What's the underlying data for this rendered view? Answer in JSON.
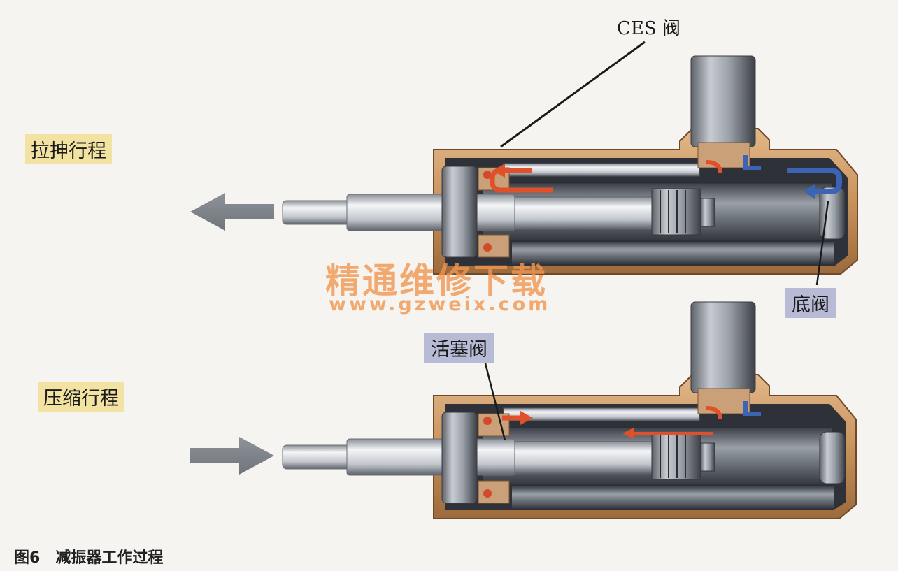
{
  "labels": {
    "ces_valve": "CES 阀",
    "stretch_stroke": "拉抻行程",
    "compress_stroke": "压缩行程",
    "base_valve": "底阀",
    "piston_valve": "活塞阀"
  },
  "caption": {
    "number": "图6",
    "title": "减振器工作过程"
  },
  "watermark": {
    "site_name": "精通维修下载",
    "url": "www.gzweix.com"
  },
  "colors": {
    "background": "#f5f4f0",
    "label_yellow": "#f3e3a2",
    "label_blue": "#b7bbd6",
    "oil_flow_red": "#e0502a",
    "oil_flow_blue": "#3c64b4",
    "housing_copper": "#c8925c",
    "watermark_orange": "#f09650"
  },
  "icons": {
    "stretch_motion": "arrow-left-icon",
    "compress_motion": "arrow-right-icon"
  }
}
